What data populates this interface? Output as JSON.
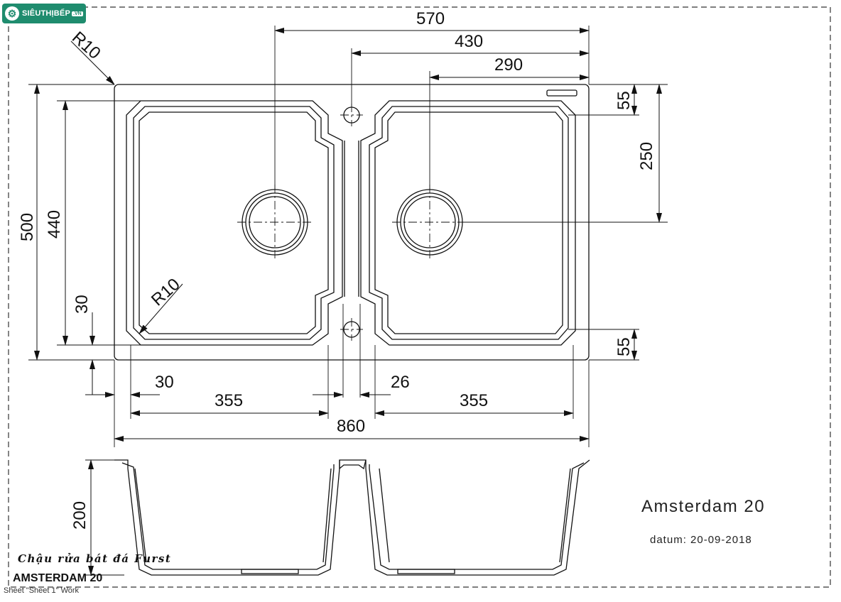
{
  "brand": {
    "logo_text": "SIÊUTHỊBẾP",
    "logo_suffix": ".VN"
  },
  "drawing": {
    "title": "Amsterdam 20",
    "date": "datum: 20-09-2018",
    "sheet_note": "Sheet \"Sheet 1\" Work"
  },
  "caption": {
    "product_vn": "Chậu rửa bát đá Furst",
    "model": "AMSTERDAM 20"
  },
  "dimensions": {
    "overall_width": "860",
    "overall_depth": "500",
    "inner_depth": "440",
    "bowl_left_width": "355",
    "bowl_right_width": "355",
    "divider_width": "26",
    "rim_left": "30",
    "rim_bottom": "30",
    "drain_left_offset": "570",
    "overflow_offset": "430",
    "drain_right_offset": "290",
    "top_rim": "55",
    "bottom_rim": "55",
    "drain_depth": "250",
    "bowl_height": "200",
    "radius_top": "R10",
    "radius_bottom": "R10"
  }
}
